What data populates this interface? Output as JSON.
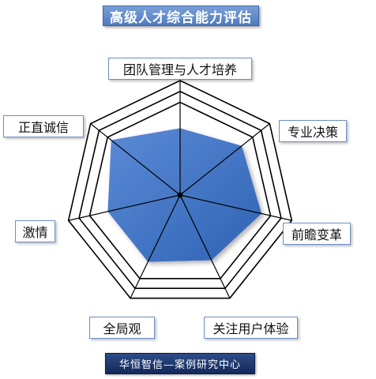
{
  "header": {
    "title": "高级人才综合能力评估"
  },
  "footer": {
    "text": "华恒智信—案例研究中心"
  },
  "chart_data": {
    "type": "radar",
    "title": "高级人才综合能力评估",
    "categories": [
      "团队管理与人才培养",
      "专业决策",
      "前瞻变革",
      "关注用户体验",
      "全局观",
      "激情",
      "正直诚信"
    ],
    "series": [
      {
        "values": [
          0.72,
          0.85,
          0.9,
          0.78,
          0.8,
          0.8,
          0.95
        ]
      }
    ],
    "rlim": [
      0,
      1
    ],
    "rings": 3,
    "colors": {
      "fill": "#2f63b4",
      "fill_light": "#5b8ad6",
      "grid": "#000000"
    }
  }
}
